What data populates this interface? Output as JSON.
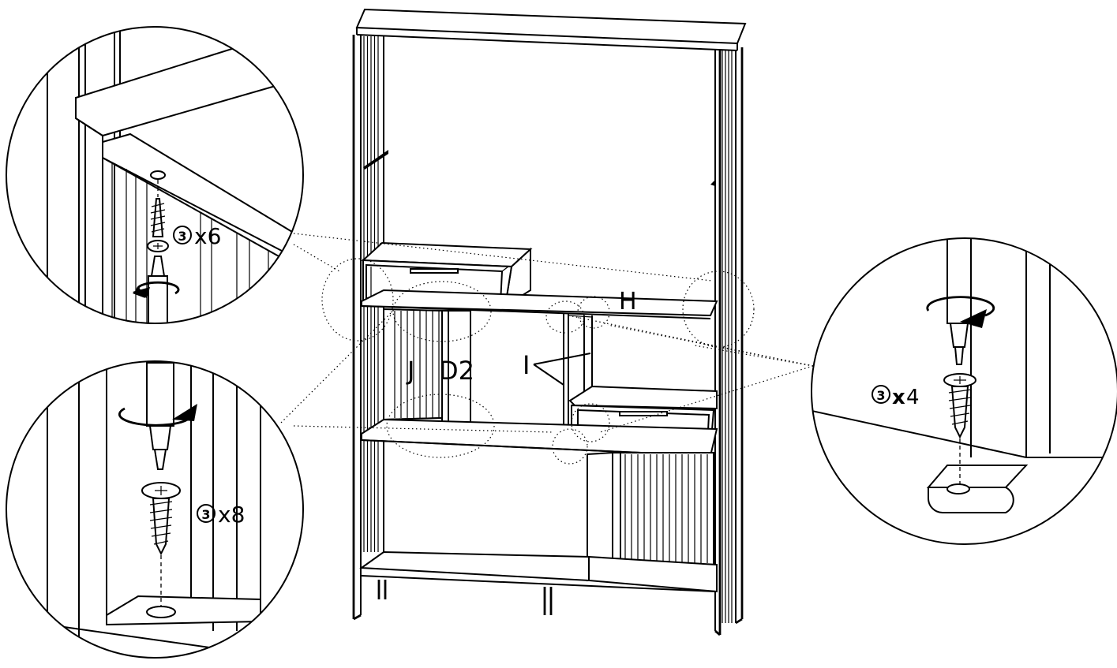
{
  "parts": {
    "H": "H",
    "I": "I",
    "J": "J",
    "D2": "D2"
  },
  "callouts": {
    "top_left": {
      "screw_number": "3",
      "quantity": "x6"
    },
    "bottom_left": {
      "screw_number": "3",
      "quantity": "x8"
    },
    "right": {
      "screw_number": "3",
      "quantity_prefix": "x",
      "quantity_value": "4"
    }
  },
  "colors": {
    "line": "#000000",
    "background": "#ffffff"
  },
  "icons": [
    "screw-icon",
    "screwdriver-icon",
    "rotation-arrow-icon"
  ]
}
